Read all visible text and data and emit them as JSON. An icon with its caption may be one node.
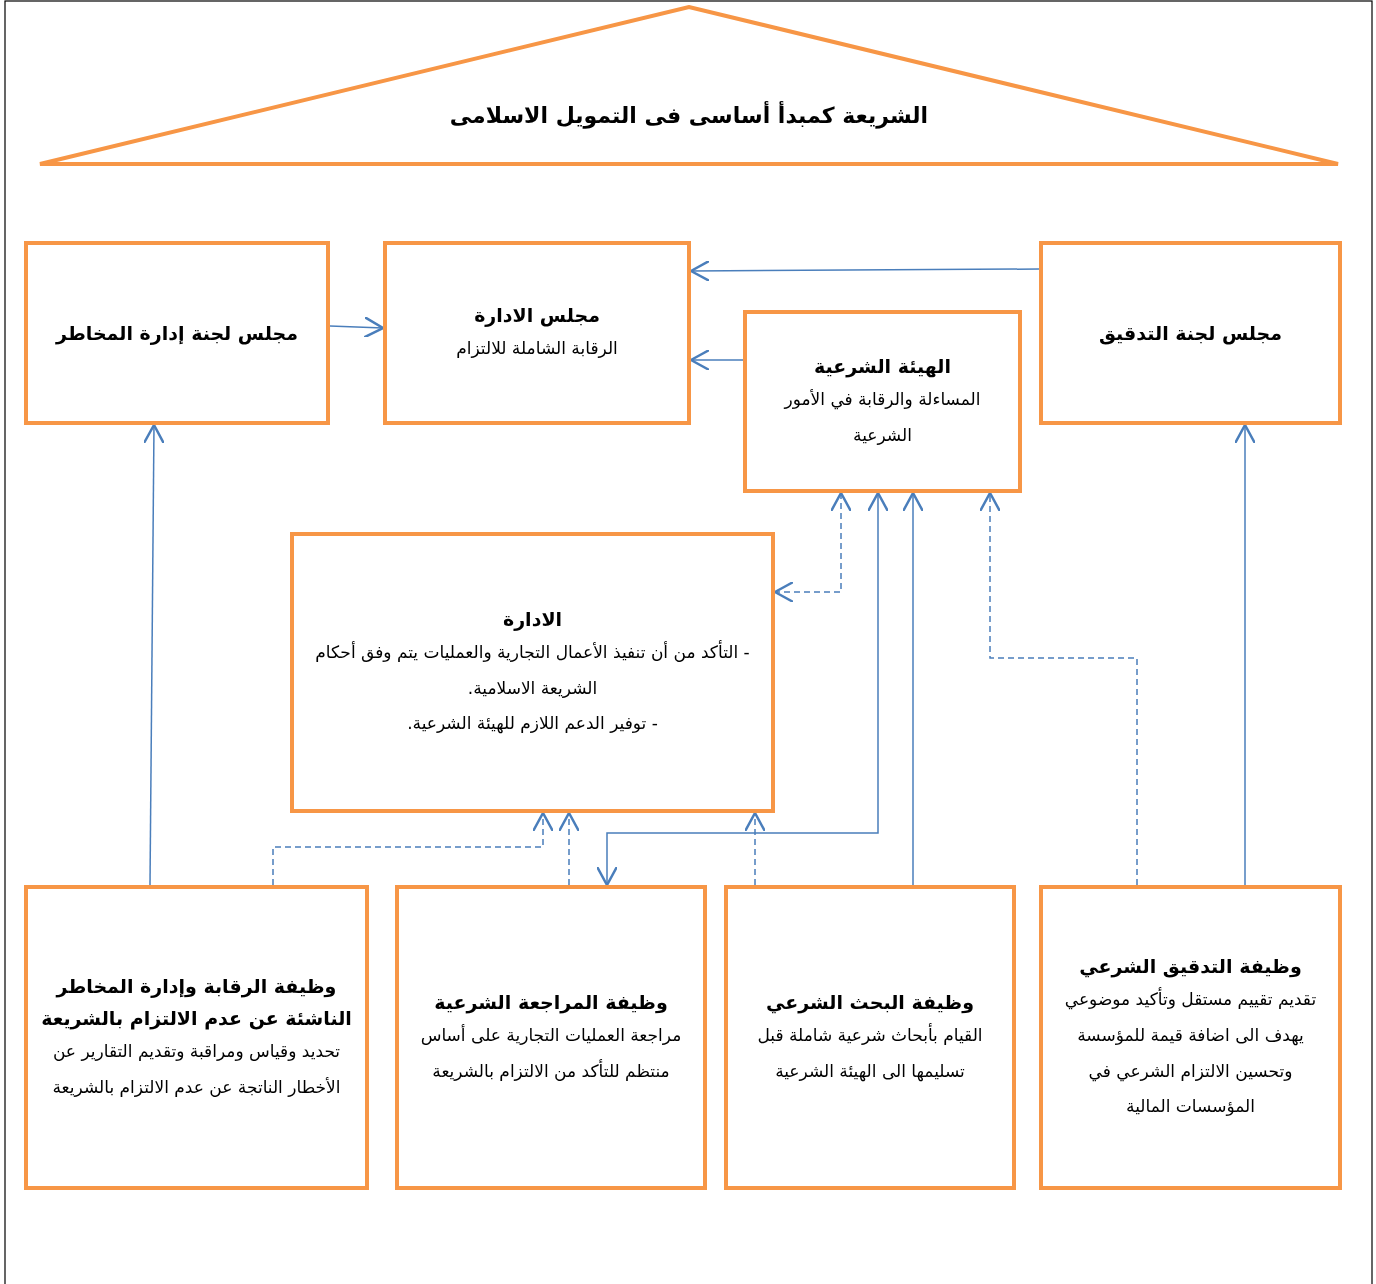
{
  "diagram": {
    "nodes": [
      {
        "text": [
          "الشريعة كمبدأ أساسى فى التمويل الاسلامى"
        ]
      },
      {
        "text": [
          "مجلس لجنة التدقيق"
        ]
      },
      {
        "text": [
          "مجلس الادارة",
          "الرقابة الشاملة للالتزام"
        ]
      },
      {
        "text": [
          "مجلس لجنة إدارة المخاطر"
        ]
      },
      {
        "text": [
          "الهيئة الشرعية",
          "المساءلة والرقابة في الأمور الشرعية"
        ]
      },
      {
        "text": [
          "الادارة",
          "- التأكد من أن تنفيذ الأعمال التجارية والعمليات يتم وفق أحكام الشريعة الاسلامية.",
          "- توفير الدعم اللازم للهيئة الشرعية."
        ]
      },
      {
        "text": [
          "وظيفة التدقيق الشرعي",
          "تقديم تقييم مستقل وتأكيد موضوعي يهدف الى اضافة قيمة للمؤسسة وتحسين الالتزام الشرعي في المؤسسات المالية"
        ]
      },
      {
        "text": [
          "وظيفة البحث الشرعي",
          "القيام بأبحاث شرعية شاملة قبل تسليمها الى الهيئة الشرعية"
        ]
      },
      {
        "text": [
          "وظيفة المراجعة الشرعية",
          "مراجعة العمليات التجارية على أساس منتظم للتأكد من الالتزام بالشريعة"
        ]
      },
      {
        "text": [
          "وظيفة الرقابة وإدارة المخاطر الناشئة عن عدم الالتزام بالشريعة",
          "تحديد وقياس ومراقبة وتقديم التقارير عن الأخطار الناتجة عن عدم الالتزام بالشريعة"
        ]
      }
    ],
    "edges": [
      {
        "from": 1,
        "to": 2,
        "arrow": "to"
      },
      {
        "from": 3,
        "to": 2,
        "arrow": "to"
      },
      {
        "from": 4,
        "to": 2,
        "arrow": "to"
      },
      {
        "from": 4,
        "to": 5,
        "arrow": "both",
        "style": "dashed"
      },
      {
        "from": 4,
        "to": 8,
        "arrow": "both"
      },
      {
        "from": 7,
        "to": 4,
        "arrow": "to"
      },
      {
        "from": 6,
        "to": 4,
        "arrow": "to",
        "style": "dashed"
      },
      {
        "from": 9,
        "to": 3,
        "arrow": "to"
      },
      {
        "from": 6,
        "to": 1,
        "arrow": "to"
      },
      {
        "from": 9,
        "to": 5,
        "arrow": "to",
        "style": "dashed"
      },
      {
        "from": 7,
        "to": 5,
        "arrow": "to",
        "style": "dashed"
      },
      {
        "from": 8,
        "to": 5,
        "arrow": "to",
        "style": "dashed"
      }
    ]
  }
}
